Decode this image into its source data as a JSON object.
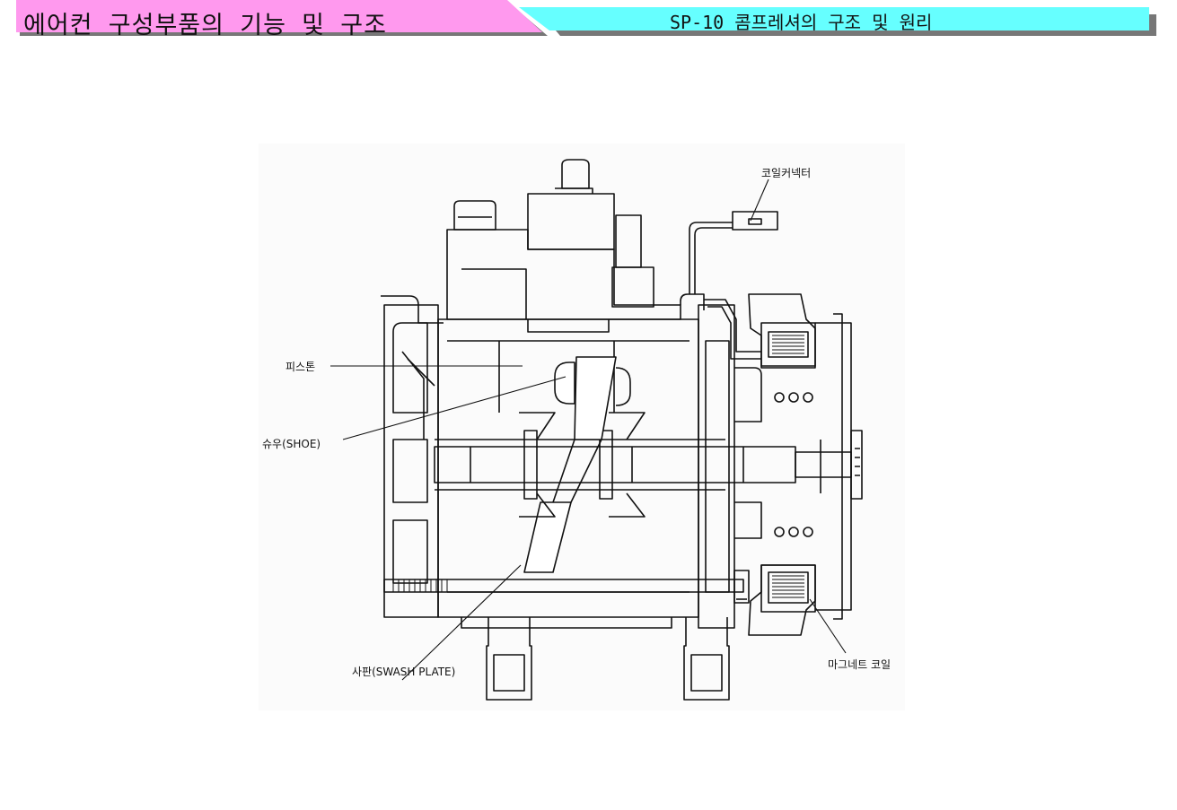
{
  "header": {
    "left_title": "에어컨 구성부품의 기능 및 구조",
    "right_title": "SP-10 콤프레셔의 구조 및 원리",
    "left_color": "#ff99ee",
    "right_color": "#66ffff",
    "shadow_color": "#777777"
  },
  "diagram": {
    "labels": {
      "coil_connector": "코일커넥터",
      "piston": "피스톤",
      "shoe": "슈우(SHOE)",
      "swash_plate": "사판(SWASH PLATE)",
      "magnet_coil": "마그네트 코일"
    }
  }
}
